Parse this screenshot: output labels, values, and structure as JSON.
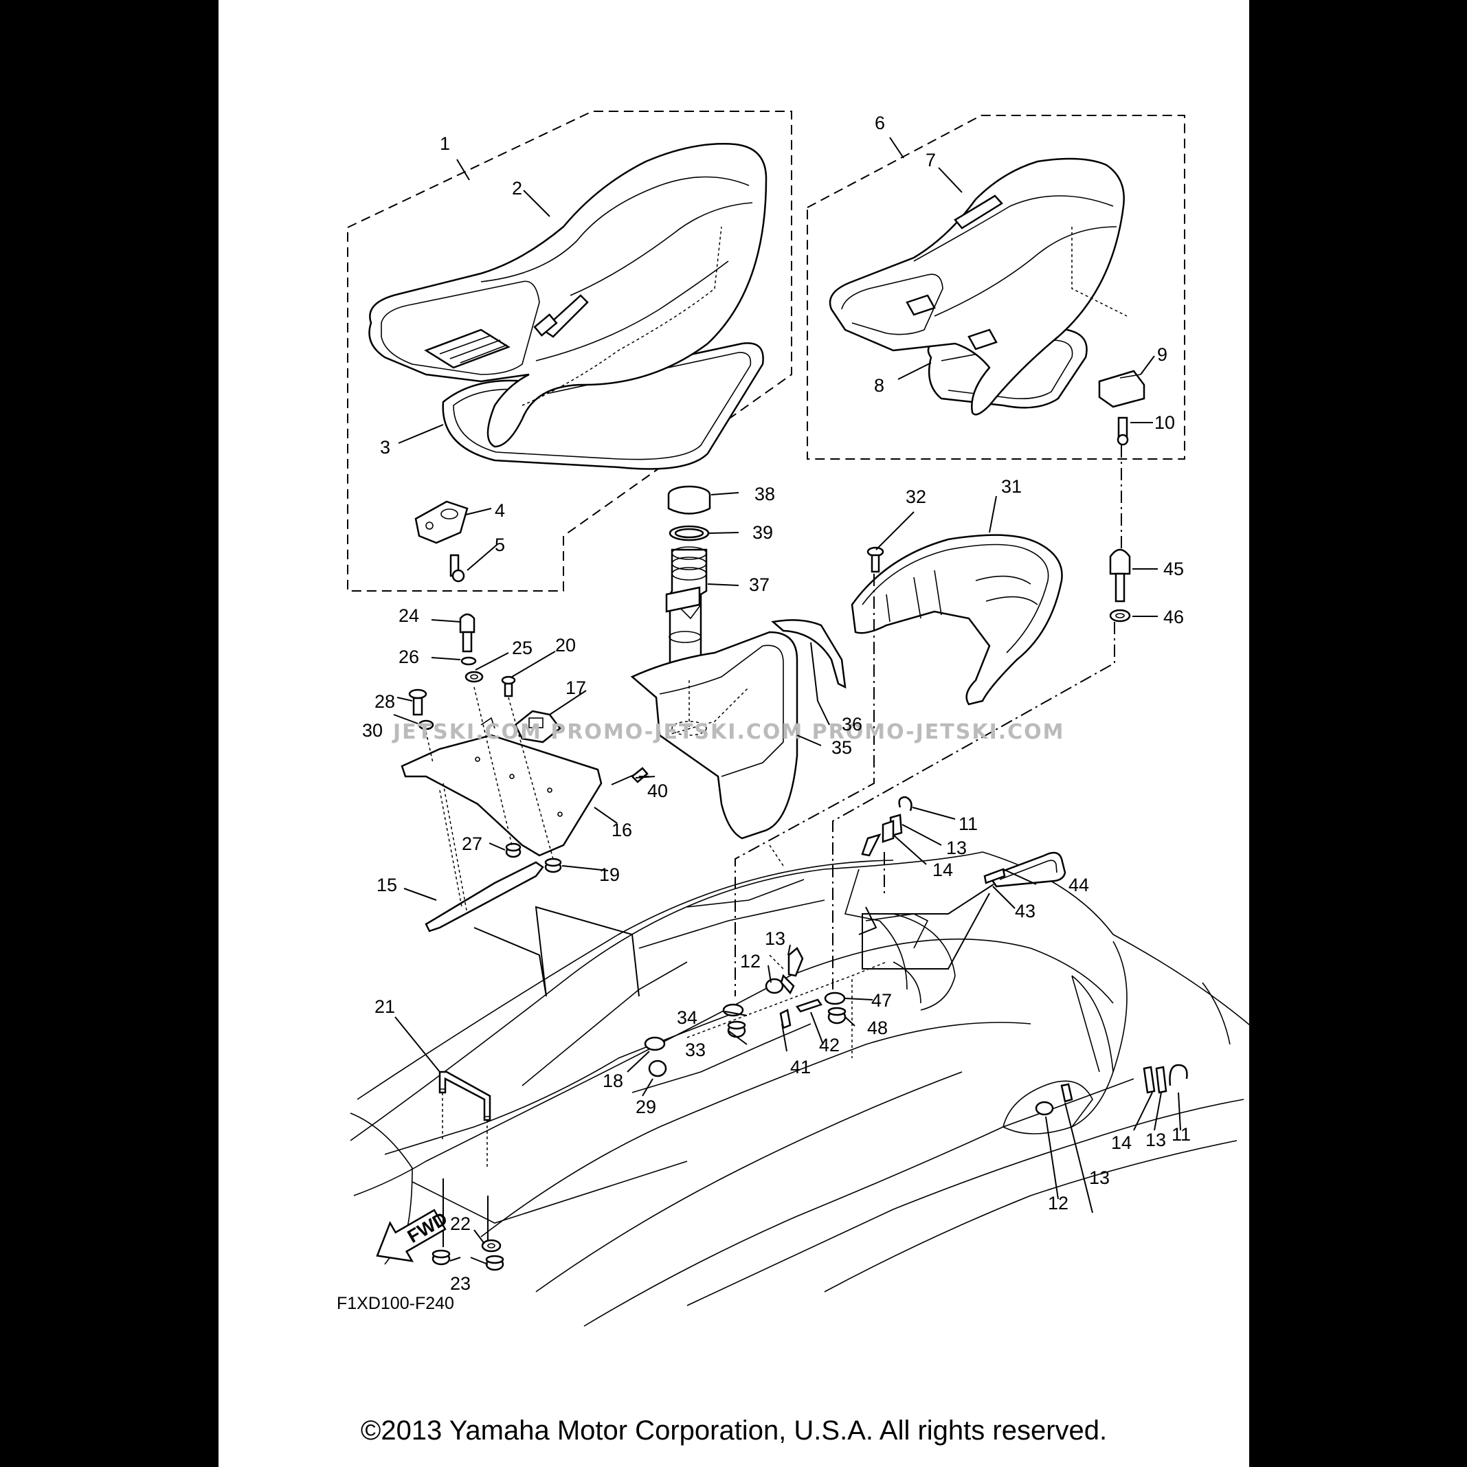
{
  "diagram": {
    "code": "F1XD100-F240",
    "fwd_label": "FWD",
    "watermark": "JETSKI.COM   PROMO-JETSKI.COM   PROMO-JETSKI.COM",
    "callouts": [
      {
        "id": "c1",
        "text": "1"
      },
      {
        "id": "c2",
        "text": "2"
      },
      {
        "id": "c3",
        "text": "3"
      },
      {
        "id": "c4",
        "text": "4"
      },
      {
        "id": "c5",
        "text": "5"
      },
      {
        "id": "c6",
        "text": "6"
      },
      {
        "id": "c7",
        "text": "7"
      },
      {
        "id": "c8",
        "text": "8"
      },
      {
        "id": "c9",
        "text": "9"
      },
      {
        "id": "c10",
        "text": "10"
      },
      {
        "id": "c11a",
        "text": "11"
      },
      {
        "id": "c11b",
        "text": "11"
      },
      {
        "id": "c12a",
        "text": "12"
      },
      {
        "id": "c12b",
        "text": "12"
      },
      {
        "id": "c13a",
        "text": "13"
      },
      {
        "id": "c13b",
        "text": "13"
      },
      {
        "id": "c13c",
        "text": "13"
      },
      {
        "id": "c13d",
        "text": "13"
      },
      {
        "id": "c14a",
        "text": "14"
      },
      {
        "id": "c14b",
        "text": "14"
      },
      {
        "id": "c15",
        "text": "15"
      },
      {
        "id": "c16",
        "text": "16"
      },
      {
        "id": "c17",
        "text": "17"
      },
      {
        "id": "c18",
        "text": "18"
      },
      {
        "id": "c19",
        "text": "19"
      },
      {
        "id": "c20",
        "text": "20"
      },
      {
        "id": "c21",
        "text": "21"
      },
      {
        "id": "c22",
        "text": "22"
      },
      {
        "id": "c23",
        "text": "23"
      },
      {
        "id": "c24",
        "text": "24"
      },
      {
        "id": "c25",
        "text": "25"
      },
      {
        "id": "c26",
        "text": "26"
      },
      {
        "id": "c27",
        "text": "27"
      },
      {
        "id": "c28",
        "text": "28"
      },
      {
        "id": "c29",
        "text": "29"
      },
      {
        "id": "c30",
        "text": "30"
      },
      {
        "id": "c31",
        "text": "31"
      },
      {
        "id": "c32",
        "text": "32"
      },
      {
        "id": "c33",
        "text": "33"
      },
      {
        "id": "c34",
        "text": "34"
      },
      {
        "id": "c35",
        "text": "35"
      },
      {
        "id": "c36",
        "text": "36"
      },
      {
        "id": "c37",
        "text": "37"
      },
      {
        "id": "c38",
        "text": "38"
      },
      {
        "id": "c39",
        "text": "39"
      },
      {
        "id": "c40",
        "text": "40"
      },
      {
        "id": "c41",
        "text": "41"
      },
      {
        "id": "c42",
        "text": "42"
      },
      {
        "id": "c43",
        "text": "43"
      },
      {
        "id": "c44",
        "text": "44"
      },
      {
        "id": "c45",
        "text": "45"
      },
      {
        "id": "c46",
        "text": "46"
      },
      {
        "id": "c47",
        "text": "47"
      },
      {
        "id": "c48",
        "text": "48"
      }
    ]
  },
  "footer": {
    "copyright": "©2013 Yamaha Motor Corporation, U.S.A. All rights reserved."
  }
}
